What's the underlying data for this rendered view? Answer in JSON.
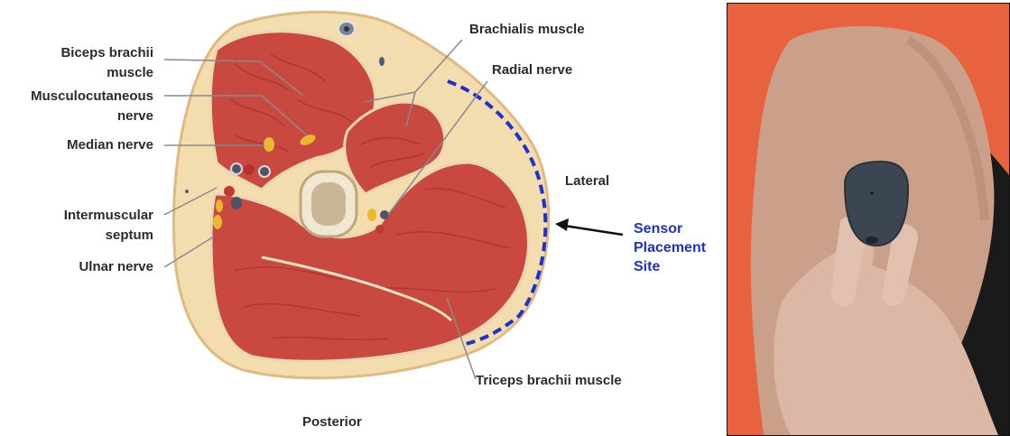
{
  "labels": {
    "biceps_line1": "Biceps brachii",
    "biceps_line2": "muscle",
    "musculocutaneous_line1": "Musculocutaneous",
    "musculocutaneous_line2": "nerve",
    "median": "Median nerve",
    "intermuscular_line1": "Intermuscular",
    "intermuscular_line2": "septum",
    "ulnar": "Ulnar nerve",
    "brachialis": "Brachialis muscle",
    "radial": "Radial nerve",
    "lateral": "Lateral",
    "sensor_line1": "Sensor",
    "sensor_line2": "Placement",
    "sensor_line3": "Site",
    "triceps": "Triceps brachii muscle",
    "posterior": "Posterior"
  },
  "colors": {
    "muscle": "#c9483f",
    "muscle_dark": "#8f2a25",
    "fat": "#f3dcae",
    "skin_edge": "#e7c08f",
    "bone": "#d8c8a8",
    "nerve": "#e8b830",
    "sensor_site": "#1f2fd0",
    "shirt": "#e8623f",
    "skin": "#caa08a",
    "sensor_device": "#3b4652"
  },
  "icons": {
    "arrow": "arrow-left-icon",
    "sensor": "glucose-sensor-icon"
  }
}
